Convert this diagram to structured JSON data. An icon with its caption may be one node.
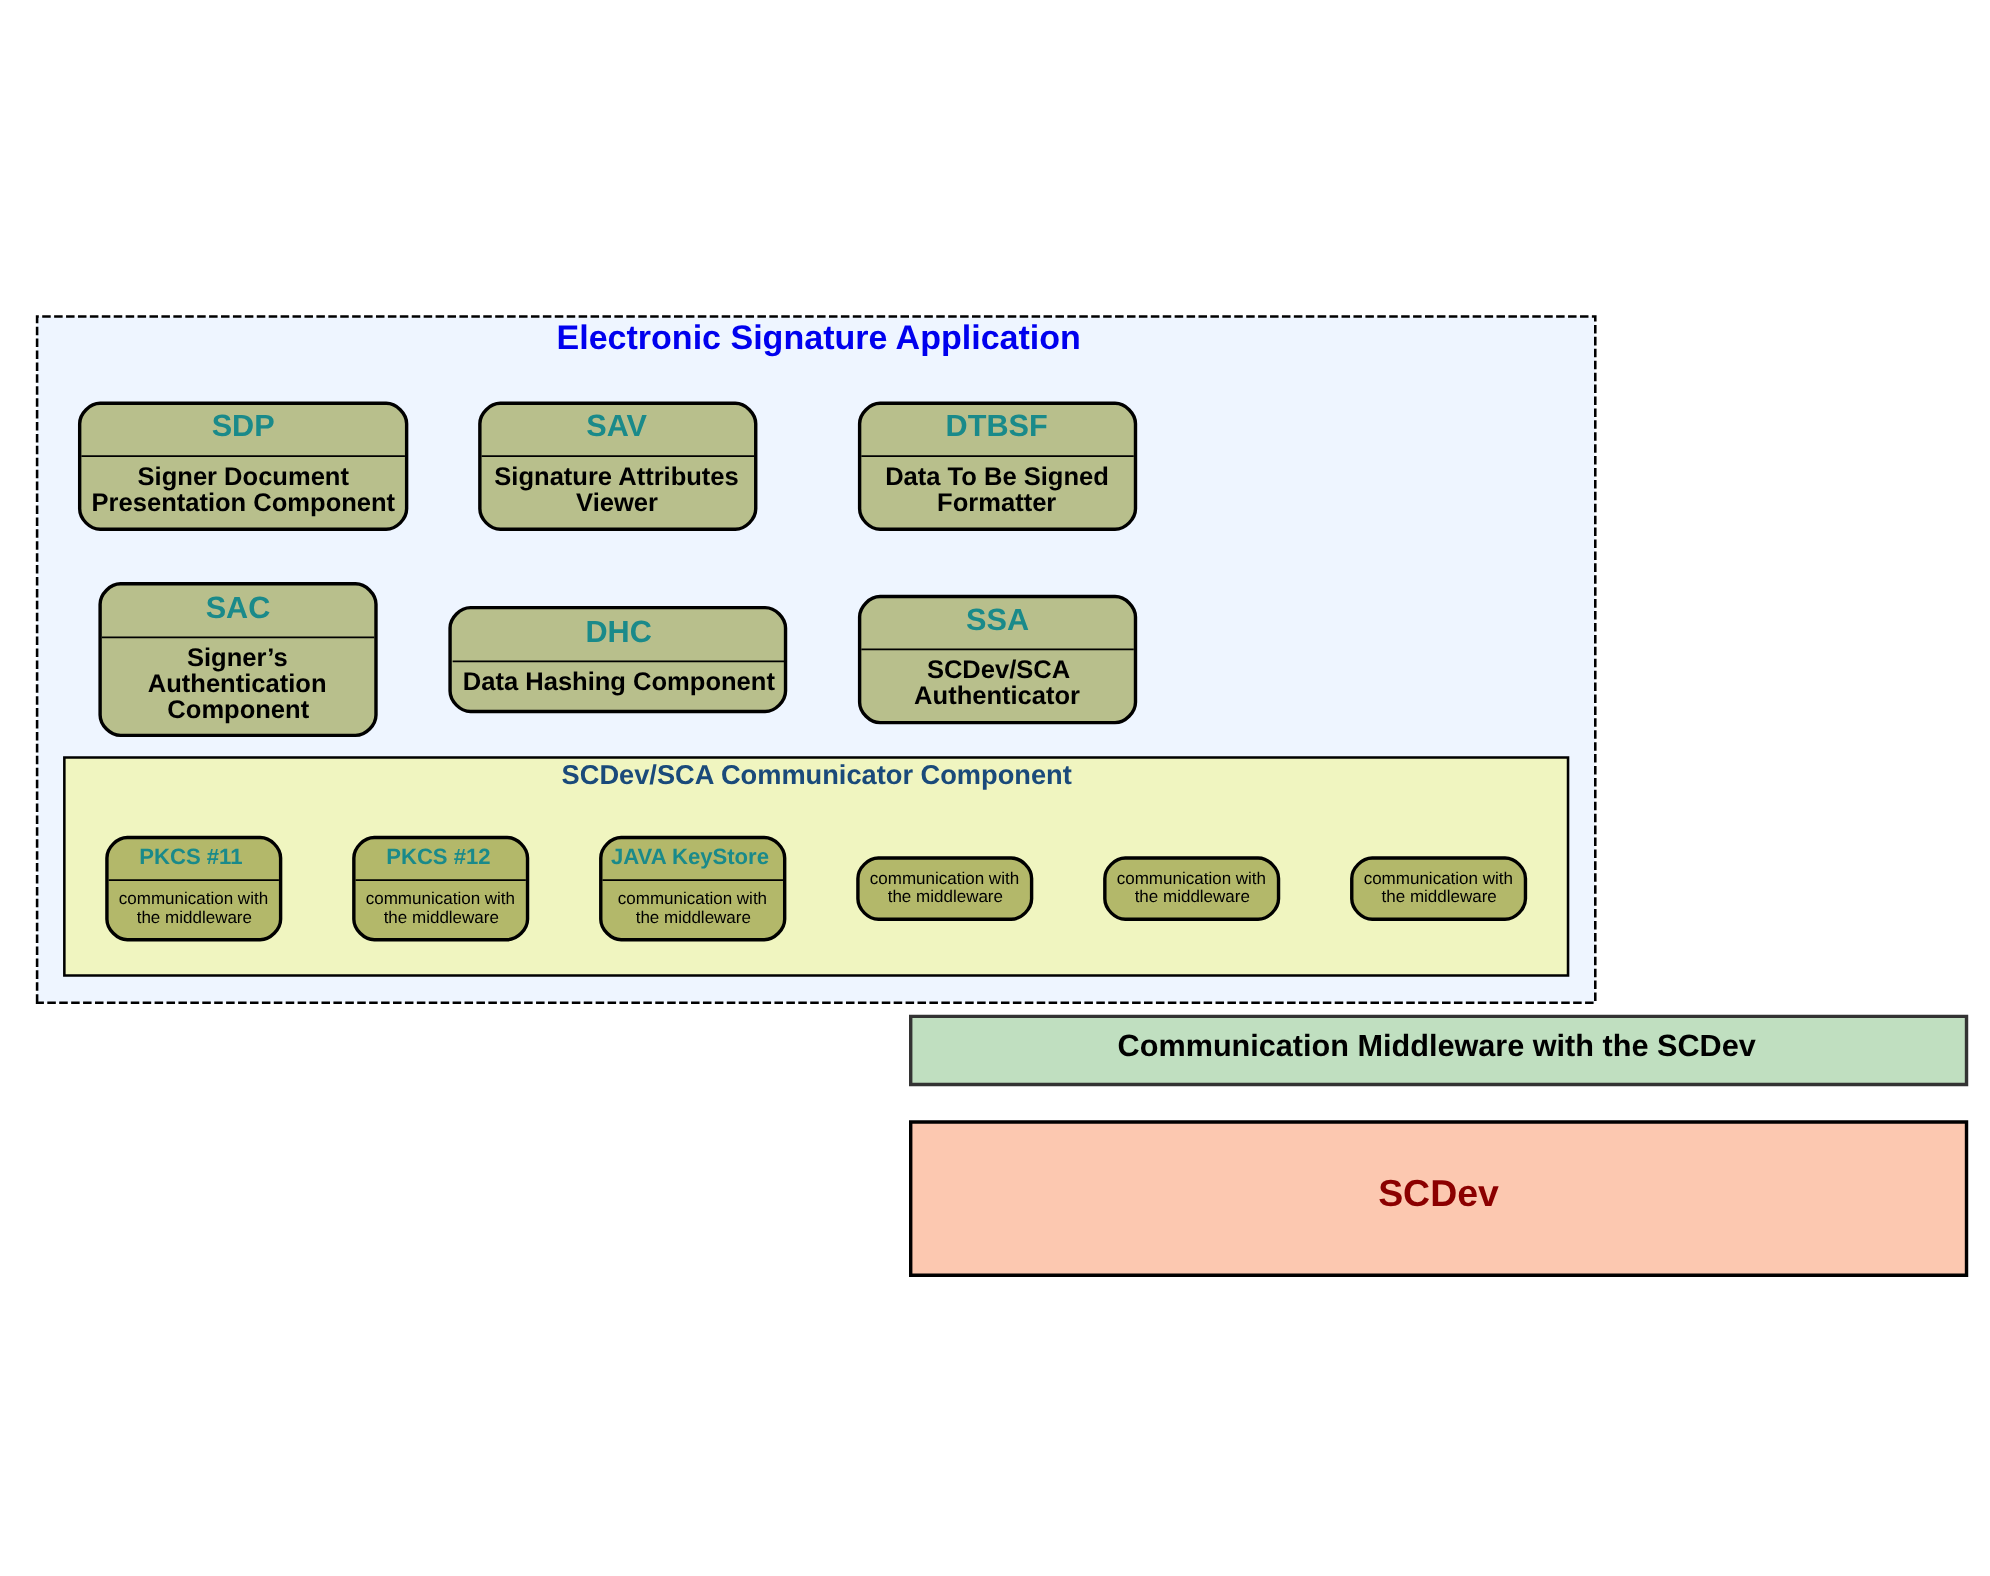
{
  "diagram": {
    "nodes": [
      {
        "text": [
          "Electronic Signature Application"
        ]
      },
      {
        "text": [
          "SDP",
          "Signer Document Presentation Component"
        ],
        "in": 0
      },
      {
        "text": [
          "SAV",
          "Signature Attributes Viewer"
        ],
        "in": 0
      },
      {
        "text": [
          "DTBSF",
          "Data To Be Signed Formatter"
        ],
        "in": 0
      },
      {
        "text": [
          "SAC",
          "Signer’s Authentication Component"
        ],
        "in": 0
      },
      {
        "text": [
          "DHC",
          "Data Hashing Component"
        ],
        "in": 0
      },
      {
        "text": [
          "SSA",
          "SCDev/SCA Authenticator"
        ],
        "in": 0
      },
      {
        "text": [
          "SCDev/SCA Communicator Component"
        ],
        "in": 0
      },
      {
        "text": [
          "PKCS #11",
          "communication with the middleware"
        ],
        "in": 7
      },
      {
        "text": [
          "PKCS #12",
          "communication with the middleware"
        ],
        "in": 7
      },
      {
        "text": [
          "JAVA KeyStore",
          "communication with the middleware"
        ],
        "in": 7
      },
      {
        "text": [
          "communication with the middleware"
        ],
        "in": 7
      },
      {
        "text": [
          "communication with the middleware"
        ],
        "in": 7
      },
      {
        "text": [
          "communication with the middleware"
        ],
        "in": 7
      },
      {
        "text": [
          "Communication Middleware with the SCDev"
        ]
      },
      {
        "text": [
          "SCDev"
        ]
      }
    ]
  }
}
